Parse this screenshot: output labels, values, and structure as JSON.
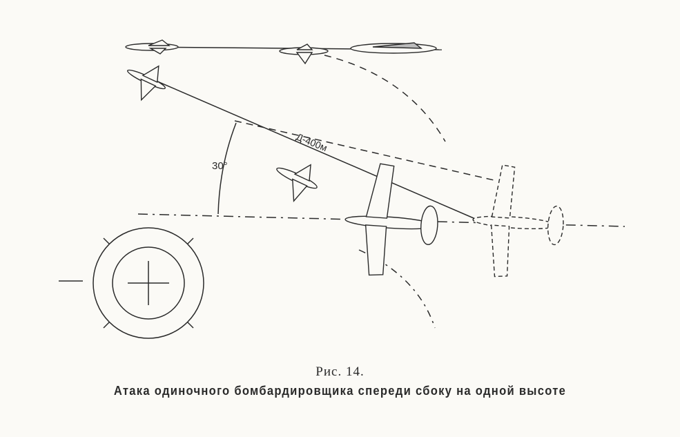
{
  "figure": {
    "number": "Рис. 14.",
    "caption": "Атака одиночного бомбардировщика спереди сбоку на одной высоте",
    "angle_label": "30°",
    "distance_label": "Д-400м"
  },
  "colors": {
    "ink": "#2a2a2a",
    "paper": "#fbfaf6"
  }
}
